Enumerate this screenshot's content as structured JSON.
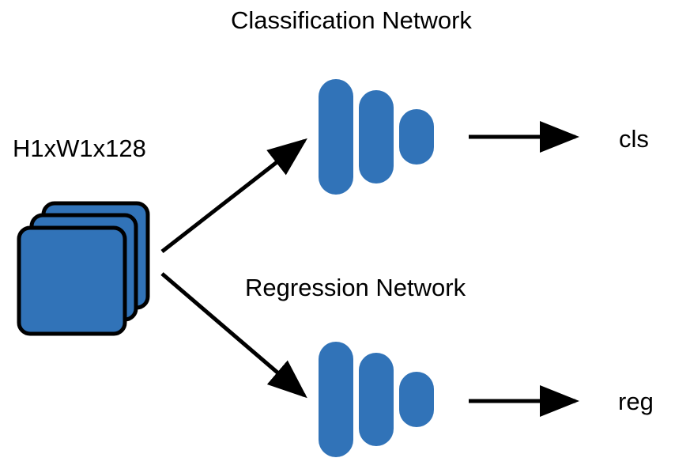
{
  "labels": {
    "classification_network": "Classification Network",
    "regression_network": "Regression Network",
    "input_tensor": "H1xW1x128",
    "cls_output": "cls",
    "reg_output": "reg"
  },
  "colors": {
    "block_fill": "#3173b8",
    "stroke": "#000000",
    "text": "#000000"
  },
  "icons": {
    "feature_map": "stacked-feature-map-icon",
    "network": "network-layers-icon"
  }
}
